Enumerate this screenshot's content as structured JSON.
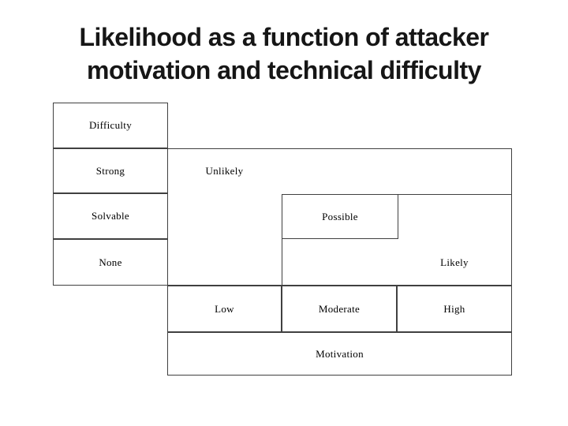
{
  "title": {
    "line1": "Likelihood as a function of attacker",
    "line2": "motivation and technical difficulty"
  },
  "diagram": {
    "type": "likelihood-matrix",
    "difficulty_axis": {
      "header": "Difficulty",
      "levels": [
        "Strong",
        "Solvable",
        "None"
      ]
    },
    "motivation_axis": {
      "header": "Motivation",
      "levels": [
        "Low",
        "Moderate",
        "High"
      ]
    },
    "likelihood_regions": {
      "unlikely": "Unlikely",
      "possible": "Possible",
      "likely": "Likely"
    },
    "colors": {
      "border": "#404040",
      "background": "#ffffff",
      "label_text": "#000000",
      "title_text": "#161616"
    }
  }
}
